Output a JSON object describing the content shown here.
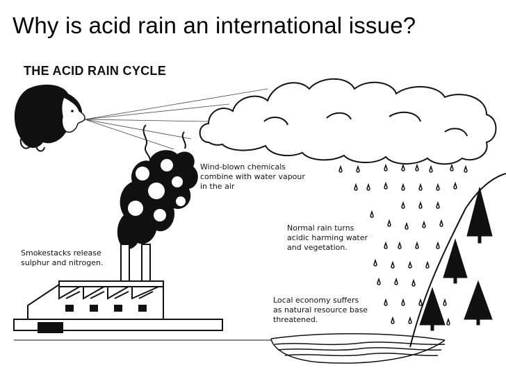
{
  "slide": {
    "title": "Why is acid rain an international issue?"
  },
  "diagram": {
    "heading": "THE ACID RAIN CYCLE",
    "labels": {
      "wind_line1": "Wind-blown chemicals",
      "wind_line2": "combine with water vapour",
      "wind_line3": "in the air",
      "smoke_line1": "Smokestacks release",
      "smoke_line2": "sulphur and nitrogen.",
      "rain_line1": "Normal rain turns",
      "rain_line2": "acidic harming water",
      "rain_line3": "and vegetation.",
      "econ_line1": "Local economy suffers",
      "econ_line2": "as natural resource base",
      "econ_line3": "threatened."
    }
  }
}
